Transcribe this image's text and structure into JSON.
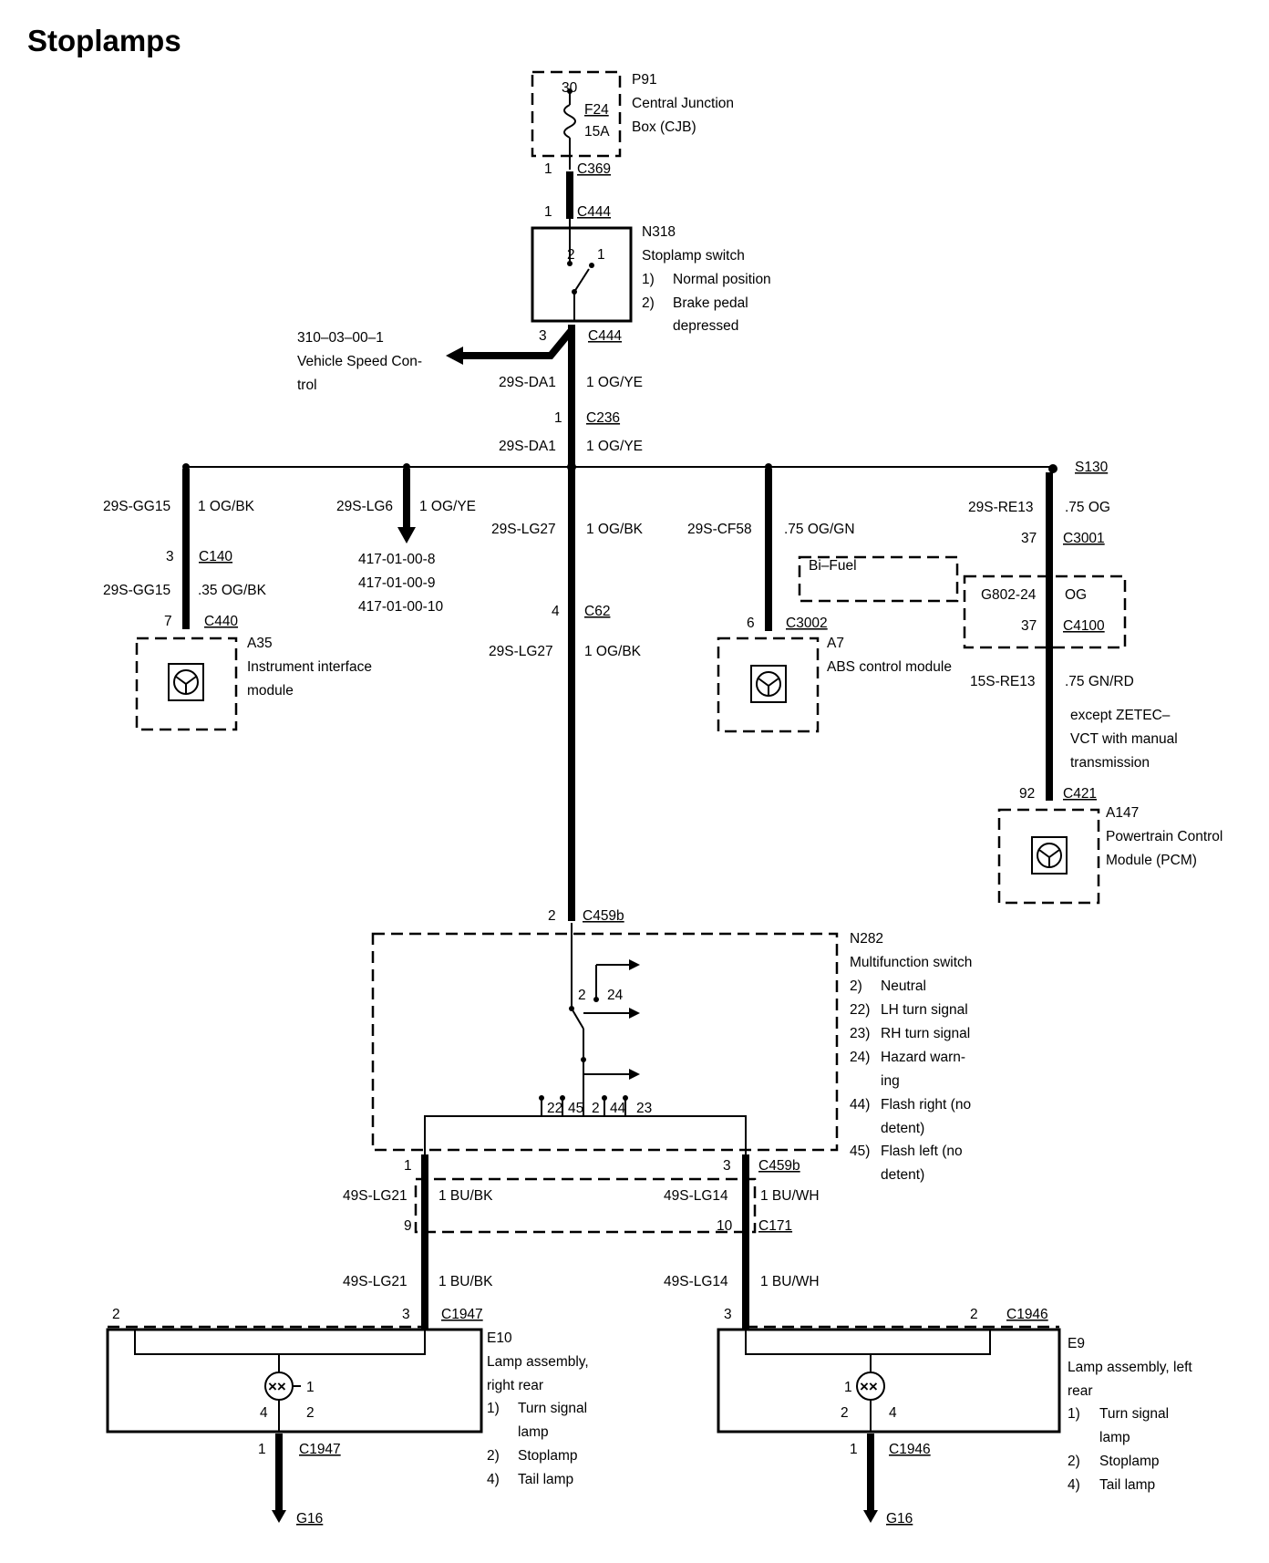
{
  "title": "Stoplamps",
  "cjb": {
    "pin": "30",
    "fuse": "F24",
    "rating": "15A",
    "id": "P91",
    "name1": "Central Junction",
    "name2": "Box (CJB)",
    "out_pin": "1",
    "out_conn": "C369"
  },
  "stoplamp_switch": {
    "in_pin": "1",
    "in_conn": "C444",
    "id": "N318",
    "name": "Stoplamp switch",
    "c1": "2",
    "c2": "1",
    "notes": [
      {
        "n": "1)",
        "t": "Normal position"
      },
      {
        "n": "2)",
        "t": "Brake pedal"
      },
      {
        "n": "",
        "t": "depressed"
      }
    ],
    "out_pin": "3",
    "out_conn": "C444"
  },
  "speed_control": {
    "ref": "310–03–00–1",
    "line1": "Vehicle Speed Con-",
    "line2": "trol"
  },
  "feed": {
    "circuit": "29S-DA1",
    "wire": "1 OG/YE",
    "pin": "1",
    "conn": "C236",
    "circuit2": "29S-DA1",
    "wire2": "1 OG/YE"
  },
  "splice": {
    "id": "S130"
  },
  "branch_ipc": {
    "circuit": "29S-GG15",
    "wire": "1 OG/BK",
    "pin1": "3",
    "conn1": "C140",
    "circuit2": "29S-GG15",
    "wire2": ".35 OG/BK",
    "pin2": "7",
    "conn2": "C440",
    "id": "A35",
    "name1": "Instrument interface",
    "name2": "module"
  },
  "branch_lg6": {
    "circuit": "29S-LG6",
    "wire": "1 OG/YE",
    "refs": [
      "417-01-00-8",
      "417-01-00-9",
      "417-01-00-10"
    ]
  },
  "branch_main": {
    "circuit": "29S-LG27",
    "wire": "1 OG/BK",
    "pin": "4",
    "conn": "C62",
    "circuit2": "29S-LG27",
    "wire2": "1 OG/BK"
  },
  "branch_abs": {
    "circuit": "29S-CF58",
    "wire": ".75 OG/GN",
    "bifuel": "Bi–Fuel",
    "pin": "6",
    "conn": "C3002",
    "id": "A7",
    "name": "ABS control module"
  },
  "branch_pcm": {
    "circuit": "29S-RE13",
    "wire": ".75 OG",
    "pin1": "37",
    "conn1": "C3001",
    "g802": "G802-24",
    "og": "OG",
    "pin2": "37",
    "conn2": "C4100",
    "circuit2": "15S-RE13",
    "wire2": ".75 GN/RD",
    "note": [
      "except ZETEC–",
      "VCT with manual",
      "transmission"
    ],
    "pin3": "92",
    "conn3": "C421",
    "id": "A147",
    "name1": "Powertrain Control",
    "name2": "Module (PCM)"
  },
  "mfs": {
    "in_pin": "2",
    "in_conn": "C459b",
    "id": "N282",
    "name": "Multifunction switch",
    "c2": "2",
    "c24": "24",
    "pins": [
      "22",
      "45",
      "2",
      "44",
      "23"
    ],
    "notes": [
      {
        "n": "2)",
        "t": "Neutral"
      },
      {
        "n": "22)",
        "t": "LH turn signal"
      },
      {
        "n": "23)",
        "t": "RH turn signal"
      },
      {
        "n": "24)",
        "t": "Hazard warn-"
      },
      {
        "n": "",
        "t": "ing"
      },
      {
        "n": "44)",
        "t": "Flash right (no"
      },
      {
        "n": "",
        "t": "detent)"
      },
      {
        "n": "45)",
        "t": "Flash left (no"
      },
      {
        "n": "",
        "t": "detent)"
      }
    ],
    "out_left_pin": "1",
    "out_right_pin": "3",
    "out_conn": "C459b"
  },
  "rr": {
    "circuit": "49S-LG21",
    "wire": "1 BU/BK",
    "pin": "9",
    "circuit2": "49S-LG21",
    "wire2": "1 BU/BK",
    "pin3": "3",
    "conn3": "C1947",
    "p2": "2",
    "lamp1": "1",
    "lamp2": "2",
    "lamp4": "4",
    "gnd_pin": "1",
    "gnd_conn": "C1947",
    "ground": "G16",
    "id": "E10",
    "name1": "Lamp assembly,",
    "name2": "right rear",
    "notes": [
      {
        "n": "1)",
        "t": "Turn signal"
      },
      {
        "n": "",
        "t": "lamp"
      },
      {
        "n": "2)",
        "t": "Stoplamp"
      },
      {
        "n": "4)",
        "t": "Tail lamp"
      }
    ]
  },
  "lr": {
    "circuit": "49S-LG14",
    "wire": "1 BU/WH",
    "pin": "10",
    "conn": "C171",
    "circuit2": "49S-LG14",
    "wire2": "1 BU/WH",
    "pin3": "3",
    "p2": "2",
    "conn2": "C1946",
    "lamp1": "1",
    "lamp2": "2",
    "lamp4": "4",
    "gnd_pin": "1",
    "gnd_conn": "C1946",
    "ground": "G16",
    "id": "E9",
    "name1": "Lamp assembly, left",
    "name2": "rear",
    "notes": [
      {
        "n": "1)",
        "t": "Turn signal"
      },
      {
        "n": "",
        "t": "lamp"
      },
      {
        "n": "2)",
        "t": "Stoplamp"
      },
      {
        "n": "4)",
        "t": "Tail lamp"
      }
    ]
  }
}
